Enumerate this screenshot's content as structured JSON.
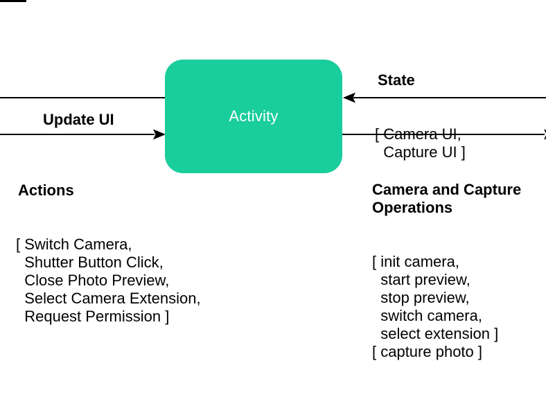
{
  "diagram": {
    "node": {
      "label": "Activity"
    },
    "colors": {
      "node_fill": "#1acd9c",
      "node_label": "#ffffff",
      "line": "#000000",
      "text": "#000000"
    },
    "edges": {
      "update_ui": {
        "title": "Update UI"
      },
      "actions": {
        "title": "Actions",
        "items": [
          "[ Switch Camera,",
          "  Shutter Button Click,",
          "  Close Photo Preview,",
          "  Select Camera Extension,",
          "  Request Permission ]"
        ]
      },
      "state": {
        "title": "State",
        "items": [
          "[ Camera UI,",
          "  Capture UI ]"
        ]
      },
      "camera_ops": {
        "title_lines": [
          "Camera and Capture",
          "Operations"
        ],
        "items": [
          "[ init camera,",
          "  start preview,",
          "  stop preview,",
          "  switch camera,",
          "  select extension ]",
          "[ capture photo ]"
        ]
      }
    }
  }
}
